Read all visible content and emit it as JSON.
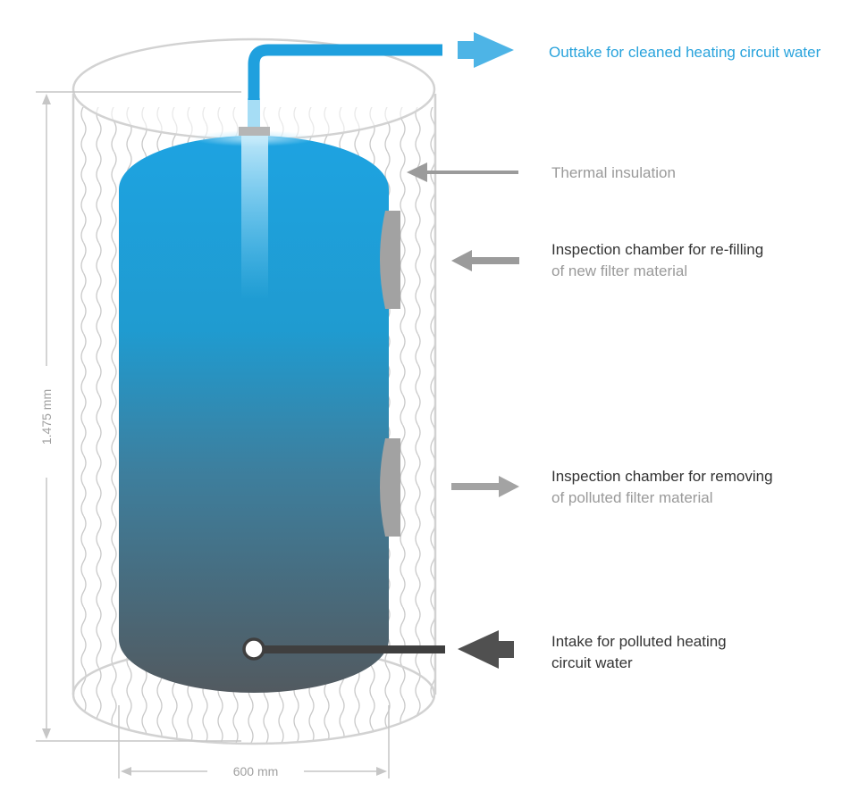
{
  "labels": {
    "outtake": "Outtake for cleaned heating circuit water",
    "insulation": "Thermal insulation",
    "refill_line1": "Inspection chamber for re-filling",
    "refill_line2": "of new filter material",
    "remove_line1": "Inspection chamber for removing",
    "remove_line2": "of polluted filter material",
    "intake_line1": "Intake for polluted heating",
    "intake_line2": "circuit water"
  },
  "dimensions": {
    "height": "1.475 mm",
    "width": "600 mm"
  },
  "colors": {
    "water_top": "#1ea3e1",
    "water_mid": "#2499c3",
    "water_bottom": "#525a60",
    "pipe_blue": "#1fa0de",
    "label_blue": "#29a3dc",
    "label_gray": "#9a9a9a",
    "label_dark": "#333333",
    "outline": "#d2d2d2",
    "hatch": "#c7c7c7",
    "chamber": "#a2a2a2"
  }
}
